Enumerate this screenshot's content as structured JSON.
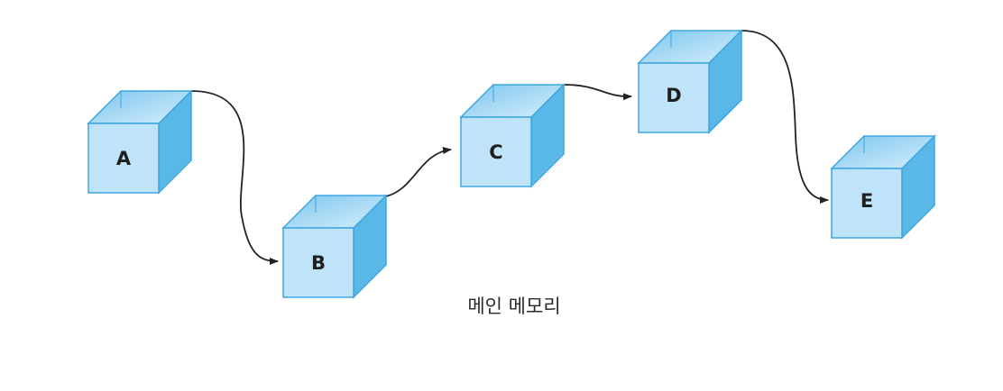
{
  "nodes": [
    {
      "id": "A",
      "label": "A"
    },
    {
      "id": "B",
      "label": "B"
    },
    {
      "id": "C",
      "label": "C"
    },
    {
      "id": "D",
      "label": "D"
    },
    {
      "id": "E",
      "label": "E"
    }
  ],
  "edges": [
    {
      "from": "A",
      "to": "B"
    },
    {
      "from": "B",
      "to": "C"
    },
    {
      "from": "C",
      "to": "D"
    },
    {
      "from": "D",
      "to": "E"
    }
  ],
  "caption": "메인 메모리",
  "colors": {
    "cube_front": "#bfe3f8",
    "cube_top": "#8fd0f2",
    "cube_side": "#5ab8e8",
    "cube_edge": "#3ea6e0",
    "arrow": "#222222"
  }
}
